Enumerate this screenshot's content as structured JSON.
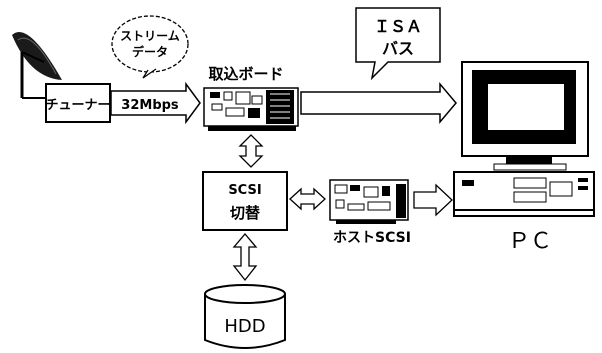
{
  "diagram": {
    "stream_bubble": {
      "line1": "ストリーム",
      "line2": "データ"
    },
    "tuner": {
      "label": "チューナー"
    },
    "bitrate": {
      "label": "32Mbps"
    },
    "capture_board": {
      "label": "取込ボード"
    },
    "isa_bubble": {
      "line1": "ＩＳＡ",
      "line2": "バス"
    },
    "scsi_switch": {
      "line1": "SCSI",
      "line2": "切替"
    },
    "host_scsi": {
      "label": "ホストSCSI"
    },
    "pc": {
      "label": "ＰＣ"
    },
    "hdd": {
      "label": "HDD"
    }
  }
}
